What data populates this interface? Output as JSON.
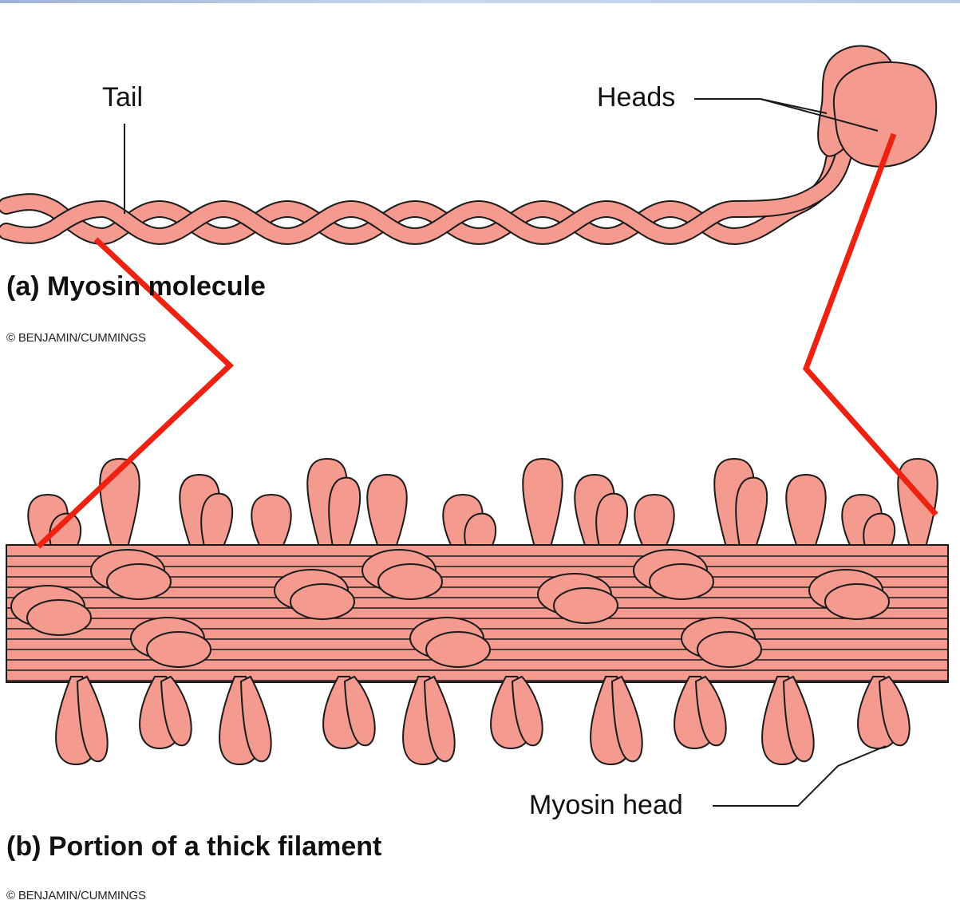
{
  "labels": {
    "tail": "Tail",
    "heads": "Heads",
    "myosin_head": "Myosin head"
  },
  "captions": {
    "a": "(a)  Myosin molecule",
    "b": "(b)  Portion of a thick filament"
  },
  "copyright": {
    "a": "© BENJAMIN/CUMMINGS",
    "b": "© BENJAMIN/CUMMINGS"
  },
  "colors": {
    "protein_fill": "#f59a8e",
    "outline": "#1a1a1a",
    "callout_line": "#ee2211",
    "top_bar": "#b8c9e8"
  }
}
